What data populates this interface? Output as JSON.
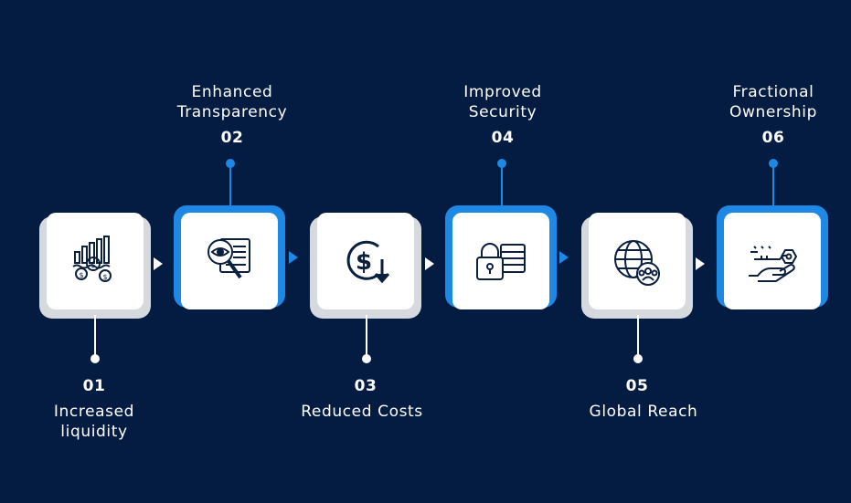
{
  "colors": {
    "background": "#041c42",
    "accent_blue": "#1e88e5",
    "grey_backing": "#d6d9de",
    "icon_stroke": "#0b1f3f",
    "card": "#ffffff"
  },
  "steps": [
    {
      "number": "01",
      "label_line1": "Increased",
      "label_line2": "liquidity",
      "icon": "liquidity-chart-coins-icon",
      "position": "below"
    },
    {
      "number": "02",
      "label_line1": "Enhanced",
      "label_line2": "Transparency",
      "icon": "magnifier-eye-document-icon",
      "position": "above"
    },
    {
      "number": "03",
      "label_line1": "Reduced Costs",
      "label_line2": "",
      "icon": "dollar-down-arrow-icon",
      "position": "below"
    },
    {
      "number": "04",
      "label_line1": "Improved",
      "label_line2": "Security",
      "icon": "padlock-server-icon",
      "position": "above"
    },
    {
      "number": "05",
      "label_line1": "Global Reach",
      "label_line2": "",
      "icon": "globe-people-icon",
      "position": "below"
    },
    {
      "number": "06",
      "label_line1": "Fractional",
      "label_line2": "Ownership",
      "icon": "hand-key-icon",
      "position": "above"
    }
  ]
}
